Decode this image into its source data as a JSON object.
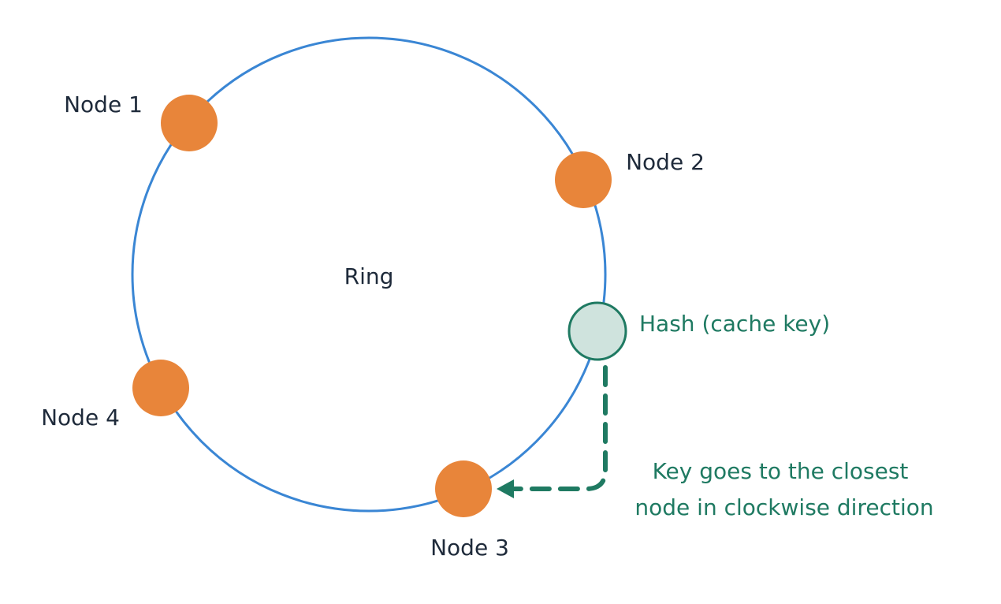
{
  "ring": {
    "label": "Ring"
  },
  "nodes": [
    {
      "id": "node-1",
      "label": "Node 1"
    },
    {
      "id": "node-2",
      "label": "Node 2"
    },
    {
      "id": "node-3",
      "label": "Node 3"
    },
    {
      "id": "node-4",
      "label": "Node 4"
    }
  ],
  "hash": {
    "label": "Hash (cache key)"
  },
  "annotation": {
    "line1": "Key goes to the closest",
    "line2": "node in clockwise direction"
  },
  "colors": {
    "ring": "#3a86d4",
    "node_fill": "#e8853a",
    "hash_fill": "#cfe3dd",
    "hash_stroke": "#1f7a62",
    "accent_text": "#1f7a62",
    "label_text": "#1e2a3a"
  }
}
